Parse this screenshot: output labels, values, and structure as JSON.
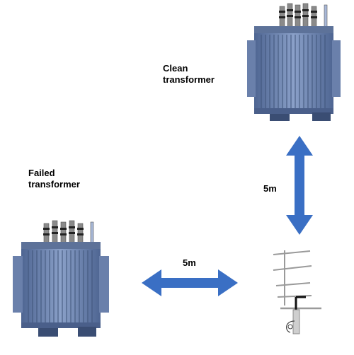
{
  "labels": {
    "clean_transformer": [
      "Clean",
      "transformer"
    ],
    "failed_transformer": [
      "Failed",
      "transformer"
    ],
    "distance_vertical": "5m",
    "distance_horizontal": "5m"
  },
  "colors": {
    "arrow": "#3a6fc4",
    "transformer_body": "#6f87b4",
    "transformer_dark": "#4a5f8a",
    "bushing": "#7a7a7a",
    "antenna": "#9a9a9a"
  },
  "icons": [
    "transformer-clean",
    "transformer-failed",
    "double-arrow-vertical",
    "double-arrow-horizontal",
    "yagi-antenna"
  ]
}
